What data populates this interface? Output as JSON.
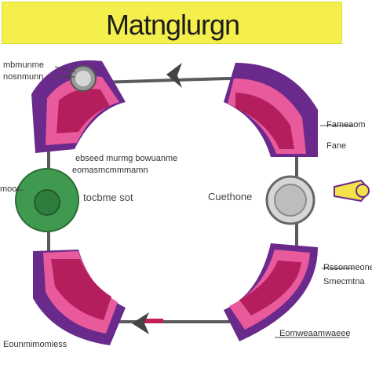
{
  "title": "Matnglurgn",
  "colors": {
    "banner": "#f4ef4c",
    "ring": "#5a5a5a",
    "outer_purple": "#6a2a8c",
    "mid_pink": "#e85a9c",
    "inner_crimson": "#b51e5c",
    "node_green": "#3f9a4f",
    "node_gray": "#c9c9c9",
    "pointer_yellow": "#f3e24a"
  },
  "labels": {
    "top_left_1": "mbmunme",
    "top_left_2": "nosnmunn",
    "center_left_1": "ebseed murmg bowuanme",
    "center_left_2": "eomasmcmmmamn",
    "center_left_3": "tocbme sot",
    "far_left": "moor",
    "center_right": "Cuethone",
    "right_top_1": "Fameaom",
    "right_top_2": "Fane",
    "right_bottom_1": "Rssonmeone",
    "right_bottom_2": "Smecmtna",
    "bottom_left": "Eounmimomiess",
    "bottom_right": "Eomweaamwaeee"
  }
}
